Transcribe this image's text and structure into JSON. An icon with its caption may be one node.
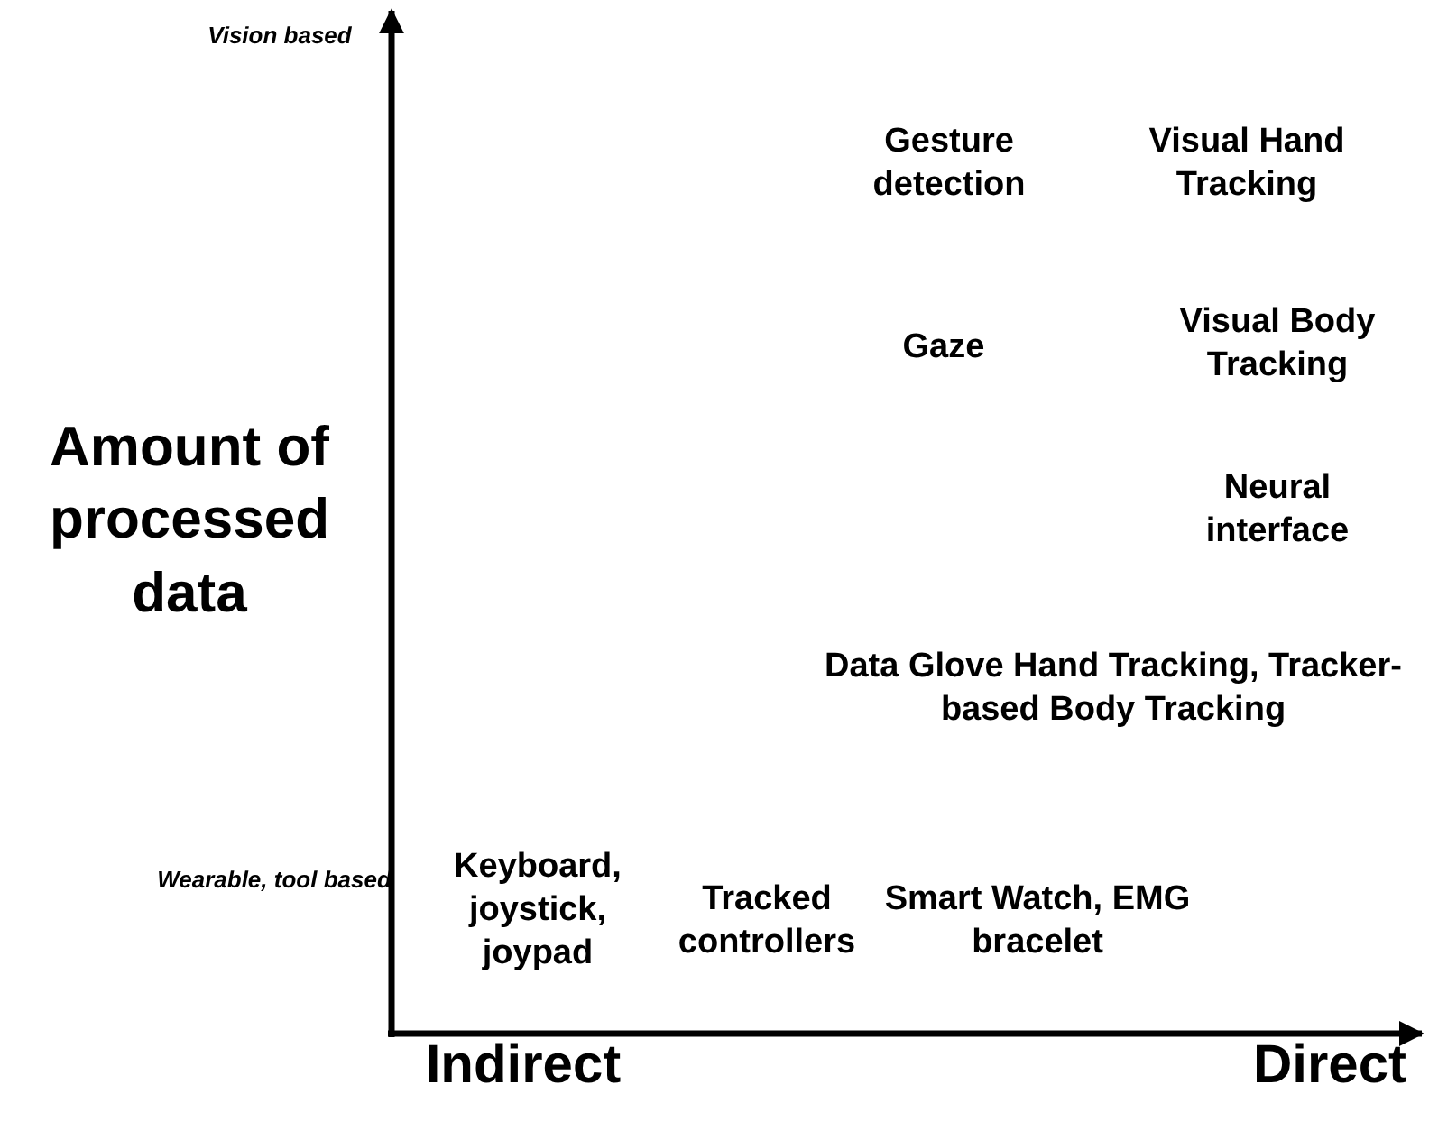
{
  "diagram": {
    "labels": [
      "Vision based",
      "Gesture detection",
      "Visual Hand Tracking",
      "Gaze",
      "Visual Body Tracking",
      "Amount of processed data",
      "Neural interface",
      "Data Glove Hand Tracking, Tracker-based Body Tracking",
      "Keyboard, joystick, joypad",
      "Tracked controllers",
      "Smart Watch, EMG bracelet",
      "Wearable, tool based",
      "Indirect",
      "Direct"
    ]
  }
}
